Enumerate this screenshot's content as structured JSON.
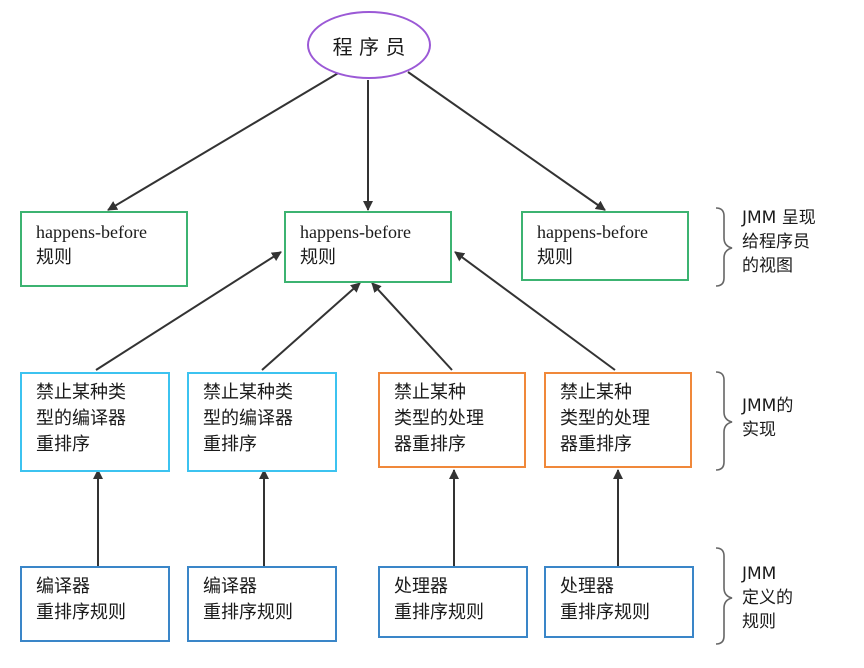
{
  "root": {
    "label": "程 序 员"
  },
  "level1": [
    {
      "line1": "happens-before",
      "line2": "规则"
    },
    {
      "line1": "happens-before",
      "line2": "规则"
    },
    {
      "line1": "happens-before",
      "line2": "规则"
    }
  ],
  "level2": [
    {
      "line1": "禁止某种类",
      "line2": "型的编译器",
      "line3": "重排序"
    },
    {
      "line1": "禁止某种类",
      "line2": "型的编译器",
      "line3": "重排序"
    },
    {
      "line1": "禁止某种",
      "line2": "类型的处理",
      "line3": "器重排序"
    },
    {
      "line1": "禁止某种",
      "line2": "类型的处理",
      "line3": "器重排序"
    }
  ],
  "level3": [
    {
      "line1": "编译器",
      "line2": "重排序规则"
    },
    {
      "line1": "编译器",
      "line2": "重排序规则"
    },
    {
      "line1": "处理器",
      "line2": "重排序规则"
    },
    {
      "line1": "处理器",
      "line2": "重排序规则"
    }
  ],
  "annotations": [
    {
      "line1": "JMM 呈现",
      "line2": "给程序员",
      "line3": "的视图"
    },
    {
      "line1": "JMM的",
      "line2": "实现"
    },
    {
      "line1": "JMM",
      "line2": "定义的",
      "line3": "规则"
    }
  ],
  "colors": {
    "ellipse_border": "#9b59d6",
    "happens_before_border": "#3cb371",
    "compiler_reorder_border": "#3cc3f0",
    "processor_reorder_border": "#f0883a",
    "rules_border": "#3a86c8",
    "arrow": "#333333",
    "brace": "#666666"
  }
}
